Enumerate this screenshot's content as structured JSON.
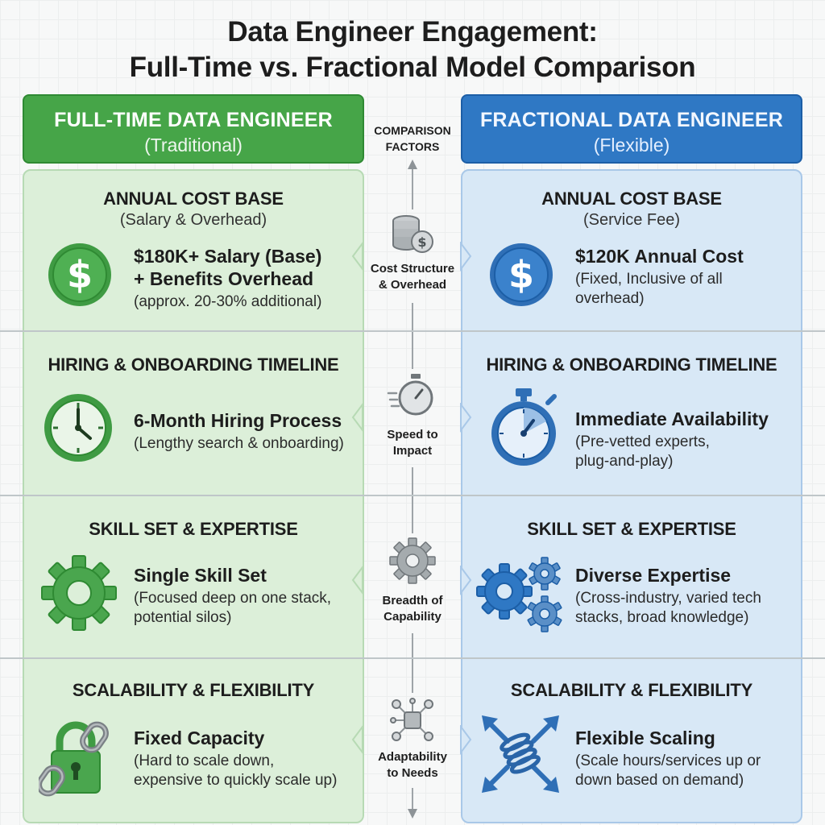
{
  "title": {
    "line1": "Data Engineer Engagement:",
    "line2": "Full-Time vs. Fractional Model Comparison"
  },
  "left_header": {
    "main": "FULL-TIME DATA ENGINEER",
    "sub": "(Traditional)"
  },
  "right_header": {
    "main": "FRACTIONAL DATA ENGINEER",
    "sub": "(Flexible)"
  },
  "center_header": {
    "line1": "COMPARISON",
    "line2": "FACTORS"
  },
  "rows": [
    {
      "factor": {
        "line1": "Cost Structure",
        "line2": "& Overhead",
        "icon": "coins-dollar-icon"
      },
      "left": {
        "title": "ANNUAL COST BASE",
        "subtitle": "(Salary & Overhead)",
        "icon": "dollar-coin-icon",
        "main1": "$180K+ Salary (Base)",
        "main2": "+ Benefits Overhead",
        "sub1": "(approx. 20-30% additional)",
        "sub2": ""
      },
      "right": {
        "title": "ANNUAL COST BASE",
        "subtitle": "(Service Fee)",
        "icon": "dollar-coin-icon",
        "main1": "$120K Annual Cost",
        "sub1": "(Fixed, Inclusive of all",
        "sub2": "overhead)"
      }
    },
    {
      "factor": {
        "line1": "Speed to",
        "line2": "Impact",
        "icon": "fast-stopwatch-icon"
      },
      "left": {
        "title": "HIRING & ONBOARDING TIMELINE",
        "icon": "clock-icon",
        "main1": "6-Month Hiring Process",
        "sub1": "(Lengthy search & onboarding)"
      },
      "right": {
        "title": "HIRING & ONBOARDING TIMELINE",
        "icon": "stopwatch-icon",
        "main1": "Immediate Availability",
        "sub1": "(Pre-vetted experts,",
        "sub2": "plug-and-play)"
      }
    },
    {
      "factor": {
        "line1": "Breadth of",
        "line2": "Capability",
        "icon": "gear-icon"
      },
      "left": {
        "title": "SKILL SET & EXPERTISE",
        "icon": "gear-icon",
        "main1": "Single Skill Set",
        "sub1": "(Focused deep on one stack,",
        "sub2": "potential silos)"
      },
      "right": {
        "title": "SKILL SET & EXPERTISE",
        "icon": "multi-gear-icon",
        "main1": "Diverse Expertise",
        "sub1": "(Cross-industry, varied tech",
        "sub2": "stacks, broad knowledge)"
      }
    },
    {
      "factor": {
        "line1": "Adaptability",
        "line2": "to Needs",
        "icon": "network-nodes-icon"
      },
      "left": {
        "title": "SCALABILITY & FLEXIBILITY",
        "icon": "lock-chain-icon",
        "main1": "Fixed Capacity",
        "sub1": "(Hard to scale down,",
        "sub2": "expensive to quickly scale up)"
      },
      "right": {
        "title": "SCALABILITY & FLEXIBILITY",
        "icon": "spring-arrows-icon",
        "main1": "Flexible Scaling",
        "sub1": "(Scale hours/services up or",
        "sub2": "down based on demand)"
      }
    }
  ],
  "colors": {
    "green_header": "#46a548",
    "blue_header": "#2f78c4",
    "green_panel": "#dcefd9",
    "blue_panel": "#d8e8f6",
    "green_icon": "#3f9b43",
    "blue_icon": "#2f6fb6"
  }
}
